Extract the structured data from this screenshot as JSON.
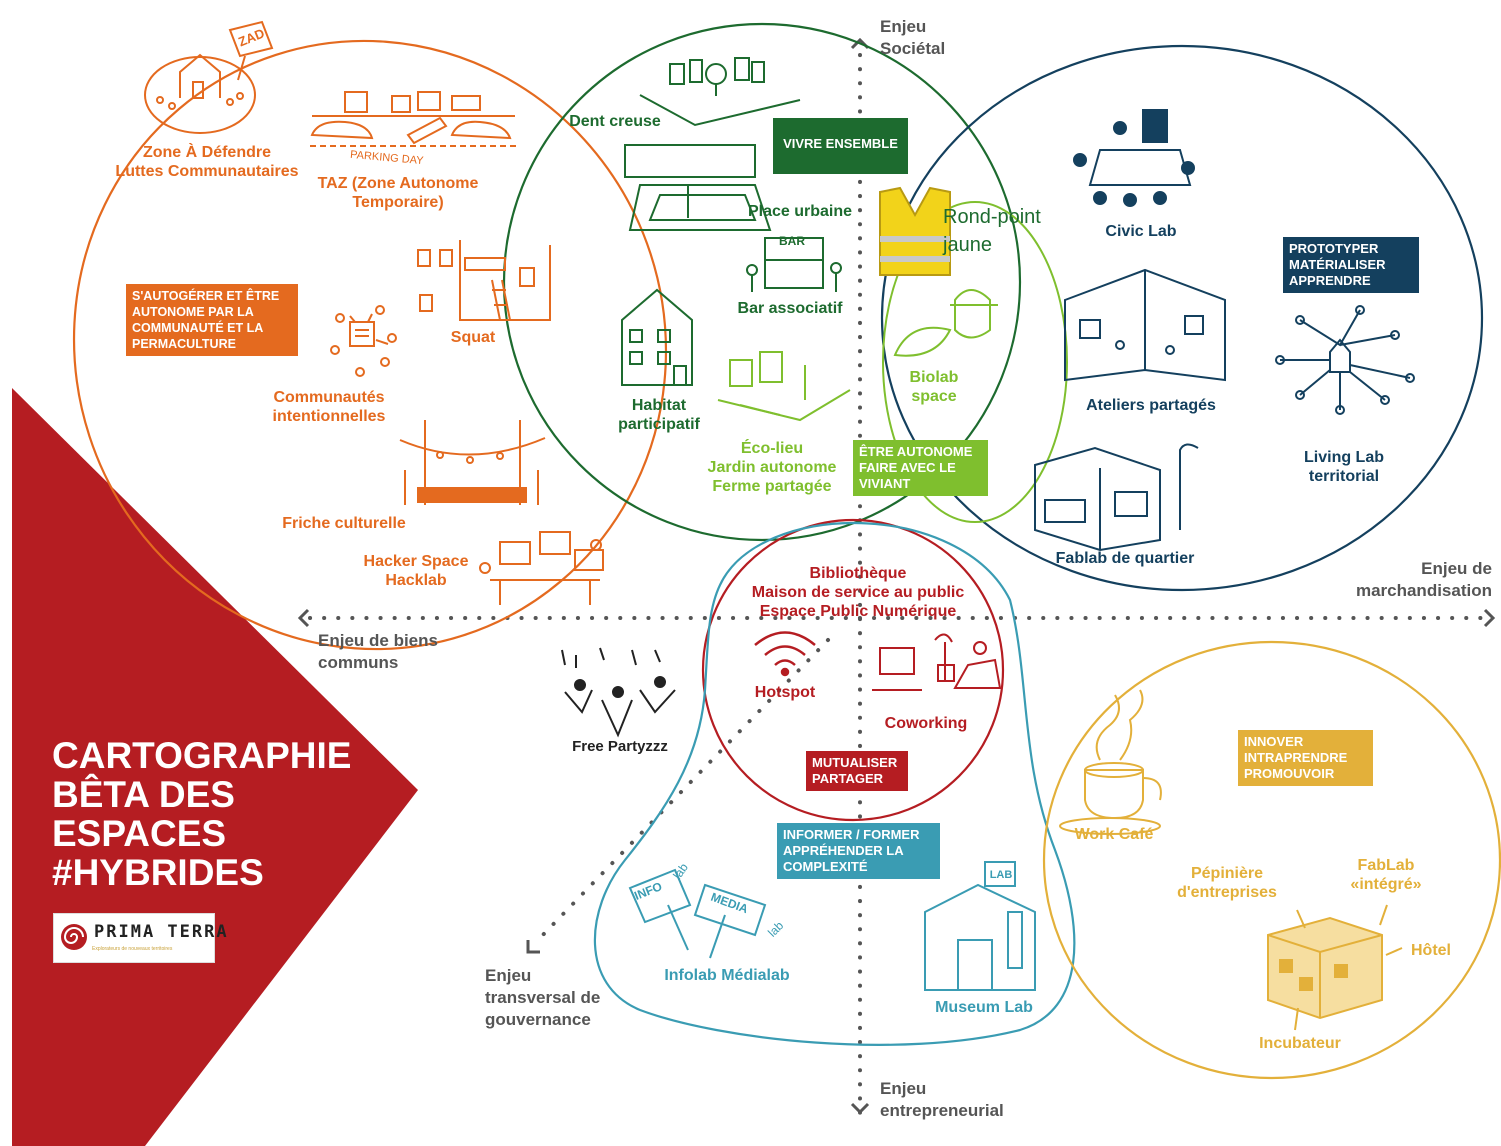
{
  "title": {
    "lines": [
      "CARTOGRAPHIE",
      "BÊTA DES",
      "ESPACES",
      "#HYBRIDES"
    ]
  },
  "logo": {
    "name": "PRIMA TERRA",
    "tagline": "Explorateurs de nouveaux territoires"
  },
  "axes": {
    "top": [
      "Enjeu",
      "Sociétal"
    ],
    "bottom": [
      "Enjeu",
      "entrepreneurial"
    ],
    "left": [
      "Enjeu de biens",
      "communs"
    ],
    "right": [
      "Enjeu de",
      "marchandisation"
    ],
    "diagonal": [
      "Enjeu",
      "transversal de",
      "gouvernance"
    ]
  },
  "categories": {
    "autogerer": "S'AUTOGÉRER ET ÊTRE AUTONOME PAR LA COMMUNAUTÉ ET LA PERMACULTURE",
    "vivre_ensemble": "VIVRE ENSEMBLE",
    "prototyper": [
      "PROTOTYPER",
      "MATÉRIALISER",
      "APPRENDRE"
    ],
    "etre_autonome": [
      "ÊTRE AUTONOME",
      "FAIRE AVEC LE",
      "VIVIANT"
    ],
    "mutualiser": [
      "MUTUALISER",
      "PARTAGER"
    ],
    "informer": [
      "INFORMER / FORMER",
      "APPRÉHENDER LA",
      "COMPLEXITÉ"
    ],
    "innover": [
      "INNOVER",
      "INTRAPRENDRE",
      "PROMOUVOIR"
    ]
  },
  "spaces": {
    "zad": [
      "Zone À Défendre",
      "Luttes Communautaires"
    ],
    "zad_sign": "ZAD",
    "taz": [
      "TAZ (Zone Autonome",
      "Temporaire)"
    ],
    "parking_day": "PARKING DAY",
    "squat": "Squat",
    "communautes": [
      "Communautés",
      "intentionnelles"
    ],
    "friche": "Friche culturelle",
    "hacker": [
      "Hacker Space",
      "Hacklab"
    ],
    "dent_creuse": "Dent creuse",
    "place_urbaine": "Place urbaine",
    "bar_associatif": "Bar associatif",
    "bar_sign": "BAR",
    "habitat": [
      "Habitat",
      "participatif"
    ],
    "eco_lieu": [
      "Éco-lieu",
      "Jardin autonome",
      "Ferme partagée"
    ],
    "rond_point": [
      "Rond-point",
      "jaune"
    ],
    "biolab": [
      "Biolab",
      "space"
    ],
    "civic_lab": "Civic Lab",
    "ateliers": "Ateliers partagés",
    "living_lab": [
      "Living Lab",
      "territorial"
    ],
    "fablab_quartier": "Fablab de quartier",
    "bibliotheque": [
      "Bibliothèque",
      "Maison de service au public",
      "Espace Public Numérique"
    ],
    "hotspot": "Hotspot",
    "coworking": "Coworking",
    "free_party": "Free Partyzzz",
    "infolab": "Infolab Médialab",
    "sign_info": "INFO",
    "sign_lab": "lab",
    "sign_media": "MEDIA",
    "sign_lab2": "lab",
    "museum_lab": "Museum Lab",
    "museum_sign": "LAB",
    "work_cafe": "Work Café",
    "pepiniere": [
      "Pépinière",
      "d'entreprises"
    ],
    "fablab_integre": [
      "FabLab",
      "«intégré»"
    ],
    "hotel": "Hôtel",
    "incubateur": "Incubateur"
  },
  "colors": {
    "orange": "#e46a1f",
    "dark_green": "#1d6b2f",
    "light_green": "#7fbf2e",
    "navy": "#14405e",
    "red": "#b51d22",
    "teal": "#3a9cb3",
    "yellow": "#e3b03a",
    "triangle_red": "#b51d22"
  }
}
